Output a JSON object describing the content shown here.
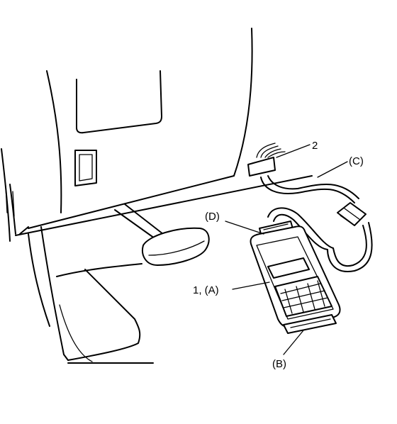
{
  "callouts": {
    "item_2": "2",
    "item_c": "(C)",
    "item_d": "(D)",
    "item_1a": "1, (A)",
    "item_b": "(B)"
  }
}
